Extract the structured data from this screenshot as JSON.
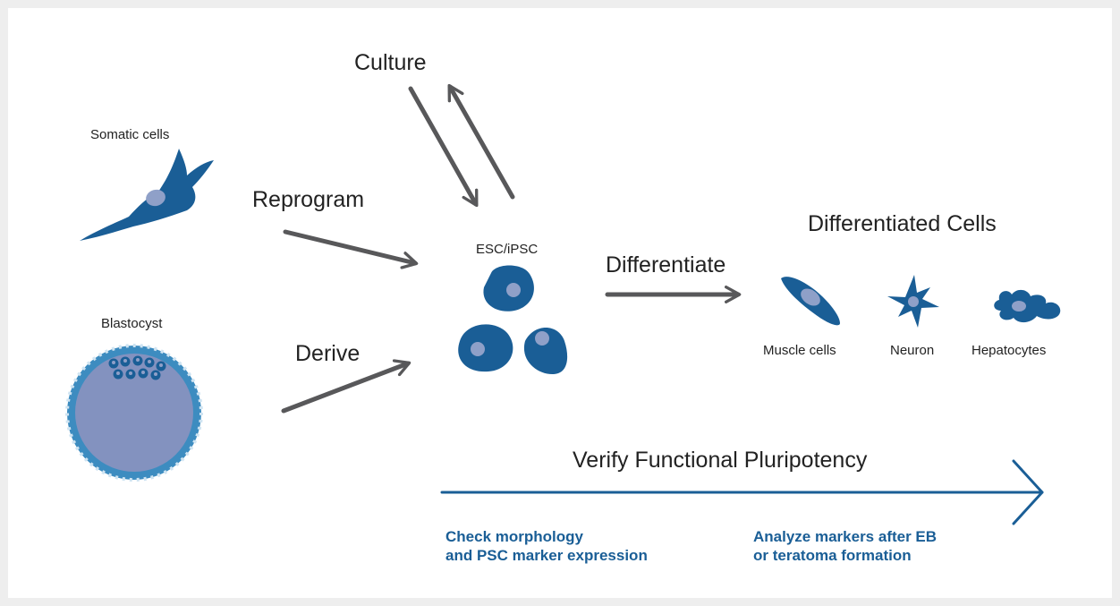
{
  "sources": {
    "somatic_label": "Somatic cells",
    "blastocyst_label": "Blastocyst"
  },
  "steps": {
    "culture": "Culture",
    "reprogram": "Reprogram",
    "derive": "Derive",
    "differentiate": "Differentiate"
  },
  "center": {
    "label": "ESC/iPSC"
  },
  "differentiated": {
    "title": "Differentiated Cells",
    "cells": [
      "Muscle cells",
      "Neuron",
      "Hepatocytes"
    ]
  },
  "verify": {
    "title": "Verify Functional Pluripotency",
    "note_left": [
      "Check morphology",
      "and PSC marker expression"
    ],
    "note_right": [
      "Analyze markers after EB",
      "or teratoma formation"
    ]
  },
  "colors": {
    "cell_dark": "#1a5e96",
    "nucleus": "#8fa0c8",
    "arrow_gray": "#58585a",
    "verify_blue": "#1a5e96",
    "blastocyst_fill": "#8392bf",
    "blastocyst_ring": "#3d8cc0"
  }
}
